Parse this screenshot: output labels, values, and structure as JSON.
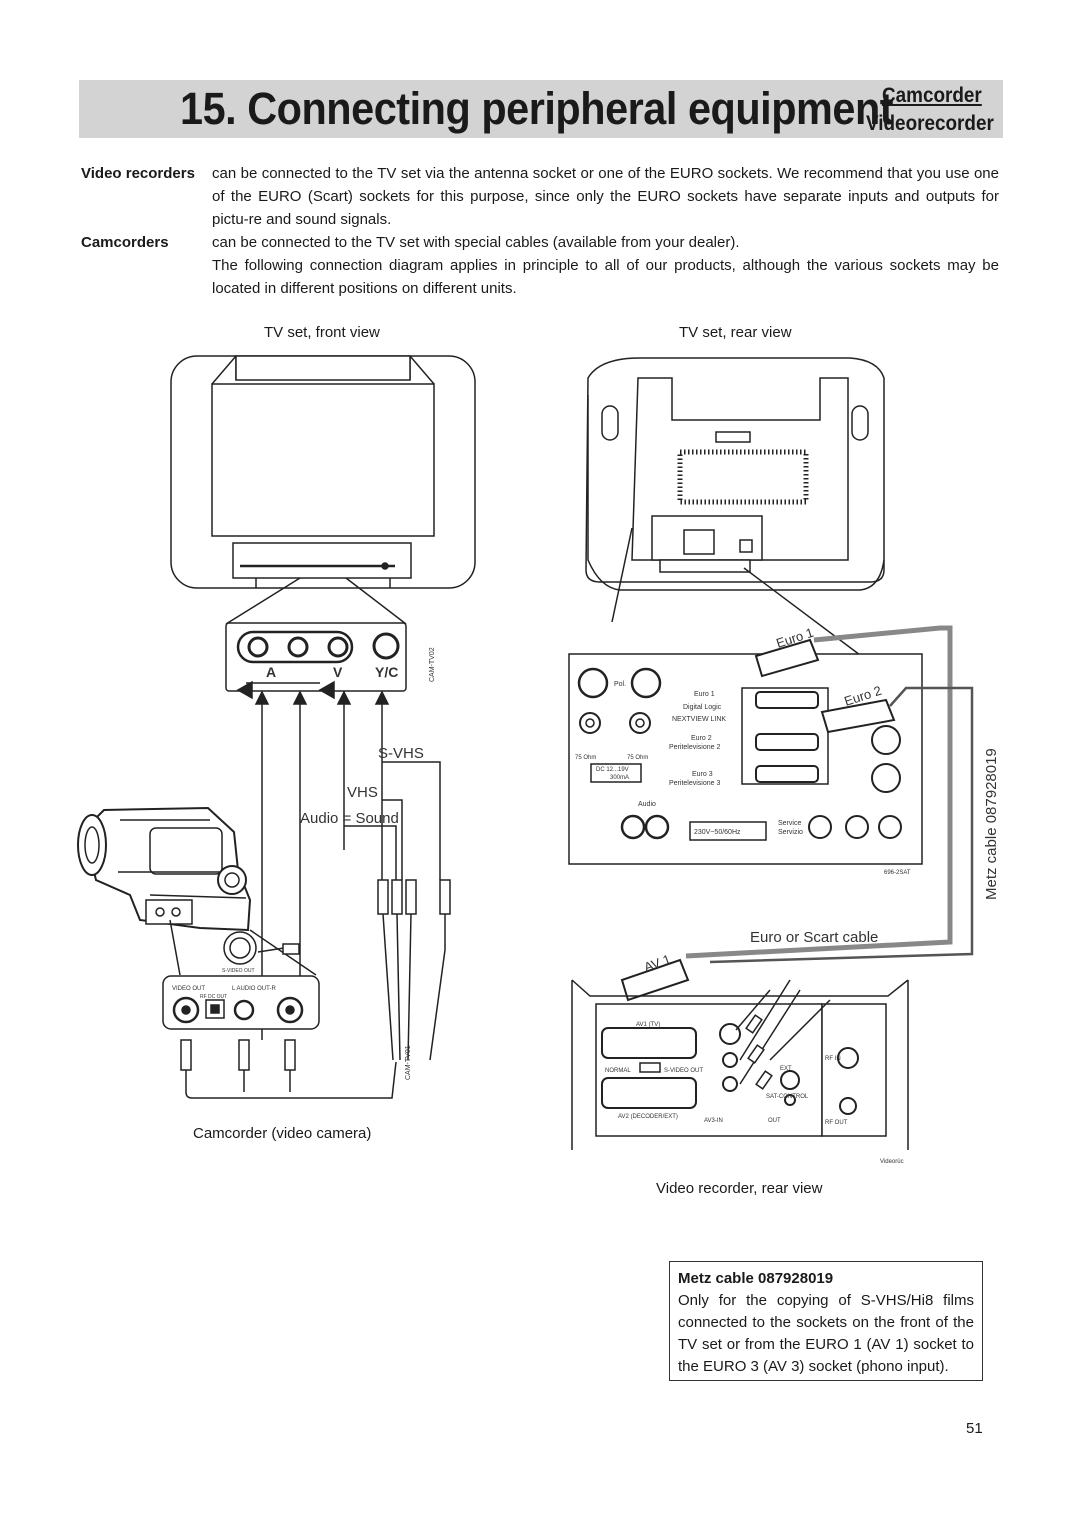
{
  "header": {
    "title": "15. Connecting peripheral equipment",
    "tag_camcorder": "Camcorder",
    "tag_videorecorder": "Videorecorder"
  },
  "intro": {
    "video_recorders_term": "Video recorders",
    "video_recorders_text": "can be connected to the TV set via the antenna socket or one of the EURO sockets. We recommend that you use one of the EURO (Scart) sockets for this purpose, since only the EURO sockets have separate inputs and outputs for pictu-re and sound signals.",
    "camcorders_term": "Camcorders",
    "camcorders_text": "can be connected to the TV set with special cables (available from your dealer).",
    "diagram_note": "The following connection diagram applies in principle to all of our products, although the various sockets may be located in different positions on different units."
  },
  "diagram": {
    "tv_front_label": "TV set, front view",
    "tv_rear_label": "TV set, rear view",
    "front_sockets": [
      "A",
      "V",
      "Y/C"
    ],
    "front_panel_code": "CAM-TV02",
    "svhs_label": "S-VHS",
    "vhs_label": "VHS",
    "audio_label": "Audio = Sound",
    "camcorder_label": "Camcorder (video camera)",
    "camcorder_outputs": {
      "video_out": "VIDEO OUT",
      "audio_out": "L  AUDIO OUT-R",
      "rf_dc_out": "RF DC OUT",
      "s_video_out": "S-VIDEO OUT",
      "code": "CAM-TV01"
    },
    "rear_panel": {
      "pol": "Pol.",
      "ohm_left": "75 Ohm",
      "ohm_right": "75 Ohm",
      "dc_rating": "DC 12...19V",
      "dc_current": "300mA",
      "euro1": "Euro 1",
      "digital_logic": "Digital Logic",
      "nextview": "NEXTVIEW LINK",
      "euro2": "Euro 2",
      "euro2_it": "Peritelevisione 2",
      "euro3": "Euro 3",
      "euro3_it": "Peritelevisione 3",
      "audio": "Audio",
      "mains": "230V~50/60Hz",
      "service": "Service",
      "servizio": "Servizio",
      "code": "696-2SAT"
    },
    "plug_euro1": "Euro 1",
    "plug_euro2": "Euro 2",
    "plug_av1": "AV 1",
    "metz_cable_label": "Metz cable 087928019",
    "euro_cable_label": "Euro or Scart cable",
    "vcr_panel": {
      "av1": "AV1 (TV)",
      "av2": "AV2 (DECODER/EXT)",
      "normal": "NORMAL",
      "svideo_out": "S-VIDEO OUT",
      "av3_in": "AV3-IN",
      "out": "OUT",
      "ext": "EXT",
      "sat_control": "SAT-CONTROL",
      "rf_in": "RF IN",
      "rf_out": "RF OUT",
      "code": "Videorüc"
    },
    "vcr_label": "Video recorder, rear view"
  },
  "info_box": {
    "title": "Metz cable 087928019",
    "body": "Only for the copying of S-VHS/Hi8 films connected to the sockets on the front of the TV set or from the EURO 1 (AV 1) socket to the EURO 3 (AV 3) socket (phono input)."
  },
  "page_number": "51"
}
